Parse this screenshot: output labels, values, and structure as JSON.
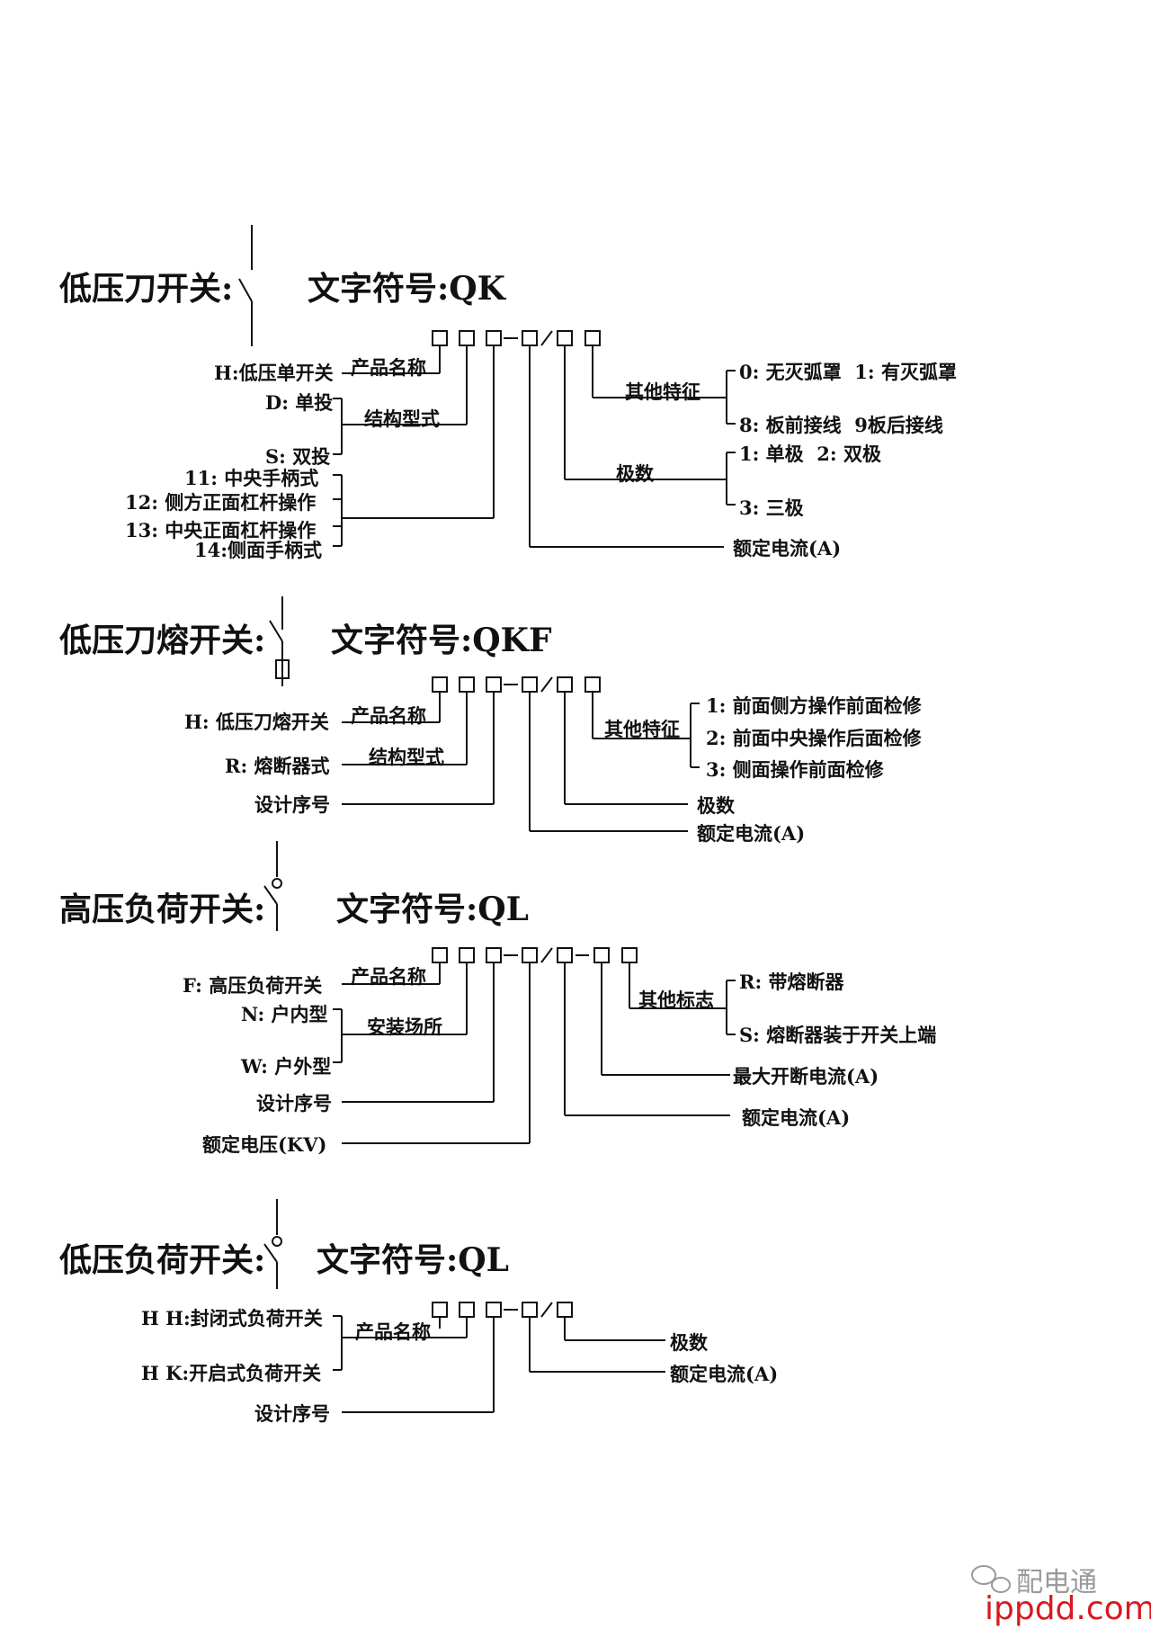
{
  "sections": [
    {
      "title": "低压刀开关:",
      "symbol": "文字符号:QK",
      "code_labels": [
        "产品名称",
        "结构型式",
        "其他特征",
        "极数"
      ],
      "left_labels": [
        "H:低压单开关",
        "D: 单投",
        "S: 双投",
        "11: 中央手柄式",
        "12: 侧方正面杠杆操作",
        "13: 中央正面杠杆操作",
        "14:侧面手柄式"
      ],
      "right_labels": [
        "0: 无灭弧罩  1: 有灭弧罩",
        "8: 板前接线  9板后接线",
        "1: 单极  2: 双极",
        "3: 三极",
        "额定电流(A)"
      ]
    },
    {
      "title": "低压刀熔开关:",
      "symbol": "文字符号:QKF",
      "code_labels": [
        "产品名称",
        "结构型式",
        "其他特征"
      ],
      "left_labels": [
        "H: 低压刀熔开关",
        "R: 熔断器式",
        "设计序号"
      ],
      "right_labels": [
        "1: 前面侧方操作前面检修",
        "2: 前面中央操作后面检修",
        "3: 侧面操作前面检修",
        "极数",
        "额定电流(A)"
      ]
    },
    {
      "title": "高压负荷开关:",
      "symbol": "文字符号:QL",
      "code_labels": [
        "产品名称",
        "安装场所",
        "其他标志"
      ],
      "left_labels": [
        "F: 高压负荷开关",
        "N: 户内型",
        "W: 户外型",
        "设计序号",
        "额定电压(KV)"
      ],
      "right_labels": [
        "R: 带熔断器",
        "S: 熔断器装于开关上端",
        "最大开断电流(A)",
        "额定电流(A)"
      ]
    },
    {
      "title": "低压负荷开关:",
      "symbol": "文字符号:QL",
      "code_labels": [
        "产品名称"
      ],
      "left_labels": [
        "H H:封闭式负荷开关",
        "H K:开启式负荷开关",
        "设计序号"
      ],
      "right_labels": [
        "极数",
        "额定电流(A)"
      ]
    }
  ],
  "watermark": {
    "name": "配电通",
    "url": "ippdd.com"
  }
}
